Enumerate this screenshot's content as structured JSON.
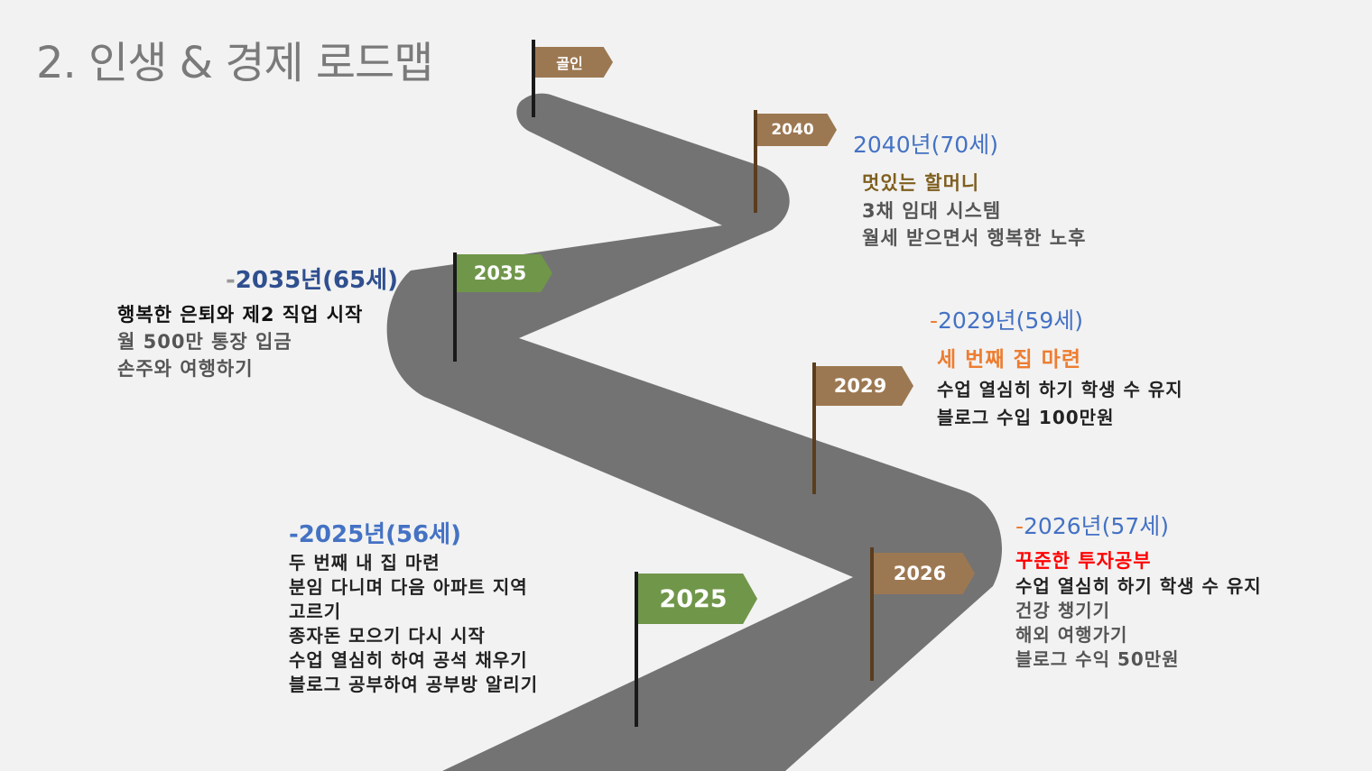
{
  "title": "2. 인생 & 경제 로드맵",
  "colors": {
    "road": "#737373",
    "flag_brown": "#9c7852",
    "flag_green": "#70964a",
    "pole_dark": "#1a1a1a",
    "pole_brown": "#5a3d1e",
    "year_blue": "#4472c4",
    "dash_orange": "#ed7d31"
  },
  "flags": [
    {
      "label": "골인"
    },
    {
      "label": "2040"
    },
    {
      "label": "2035"
    },
    {
      "label": "2029"
    },
    {
      "label": "2026"
    },
    {
      "label": "2025"
    }
  ],
  "milestones": {
    "y2040": {
      "year": "2040년(70세)",
      "highlight": "멋있는 할머니",
      "highlight_color": "#7f5f1f",
      "lines": [
        "3채 임대 시스템",
        "월세 받으면서 행복한 노후"
      ]
    },
    "y2035": {
      "dash": "-",
      "year": "2035년(65세)",
      "year_color": "#2f4f8f",
      "lines": [
        "행복한 은퇴와 제2 직업 시작",
        "월 500만 통장 입금",
        "손주와 여행하기"
      ]
    },
    "y2029": {
      "dash": "-",
      "year": "2029년(59세)",
      "highlight": "세 번째 집 마련",
      "highlight_color": "#ed7d31",
      "lines": [
        "수업 열심히 하기 학생 수 유지",
        " 블로그 수입 100만원"
      ]
    },
    "y2026": {
      "dash": "-",
      "year": "2026년(57세)",
      "highlight": "꾸준한 투자공부",
      "highlight_color": "#ff0000",
      "lines": [
        "수업 열심히 하기 학생 수 유지",
        "건강 챙기기",
        "해외 여행가기",
        " 블로그 수익 50만원"
      ]
    },
    "y2025": {
      "dash": "-",
      "year": "2025년(56세)",
      "lines": [
        "두 번째 내 집 마련",
        "분임 다니며 다음 아파트 지역",
        "고르기",
        "종자돈 모으기 다시 시작",
        "수업 열심히 하여 공석 채우기",
        "블로그 공부하여 공부방 알리기"
      ]
    }
  }
}
